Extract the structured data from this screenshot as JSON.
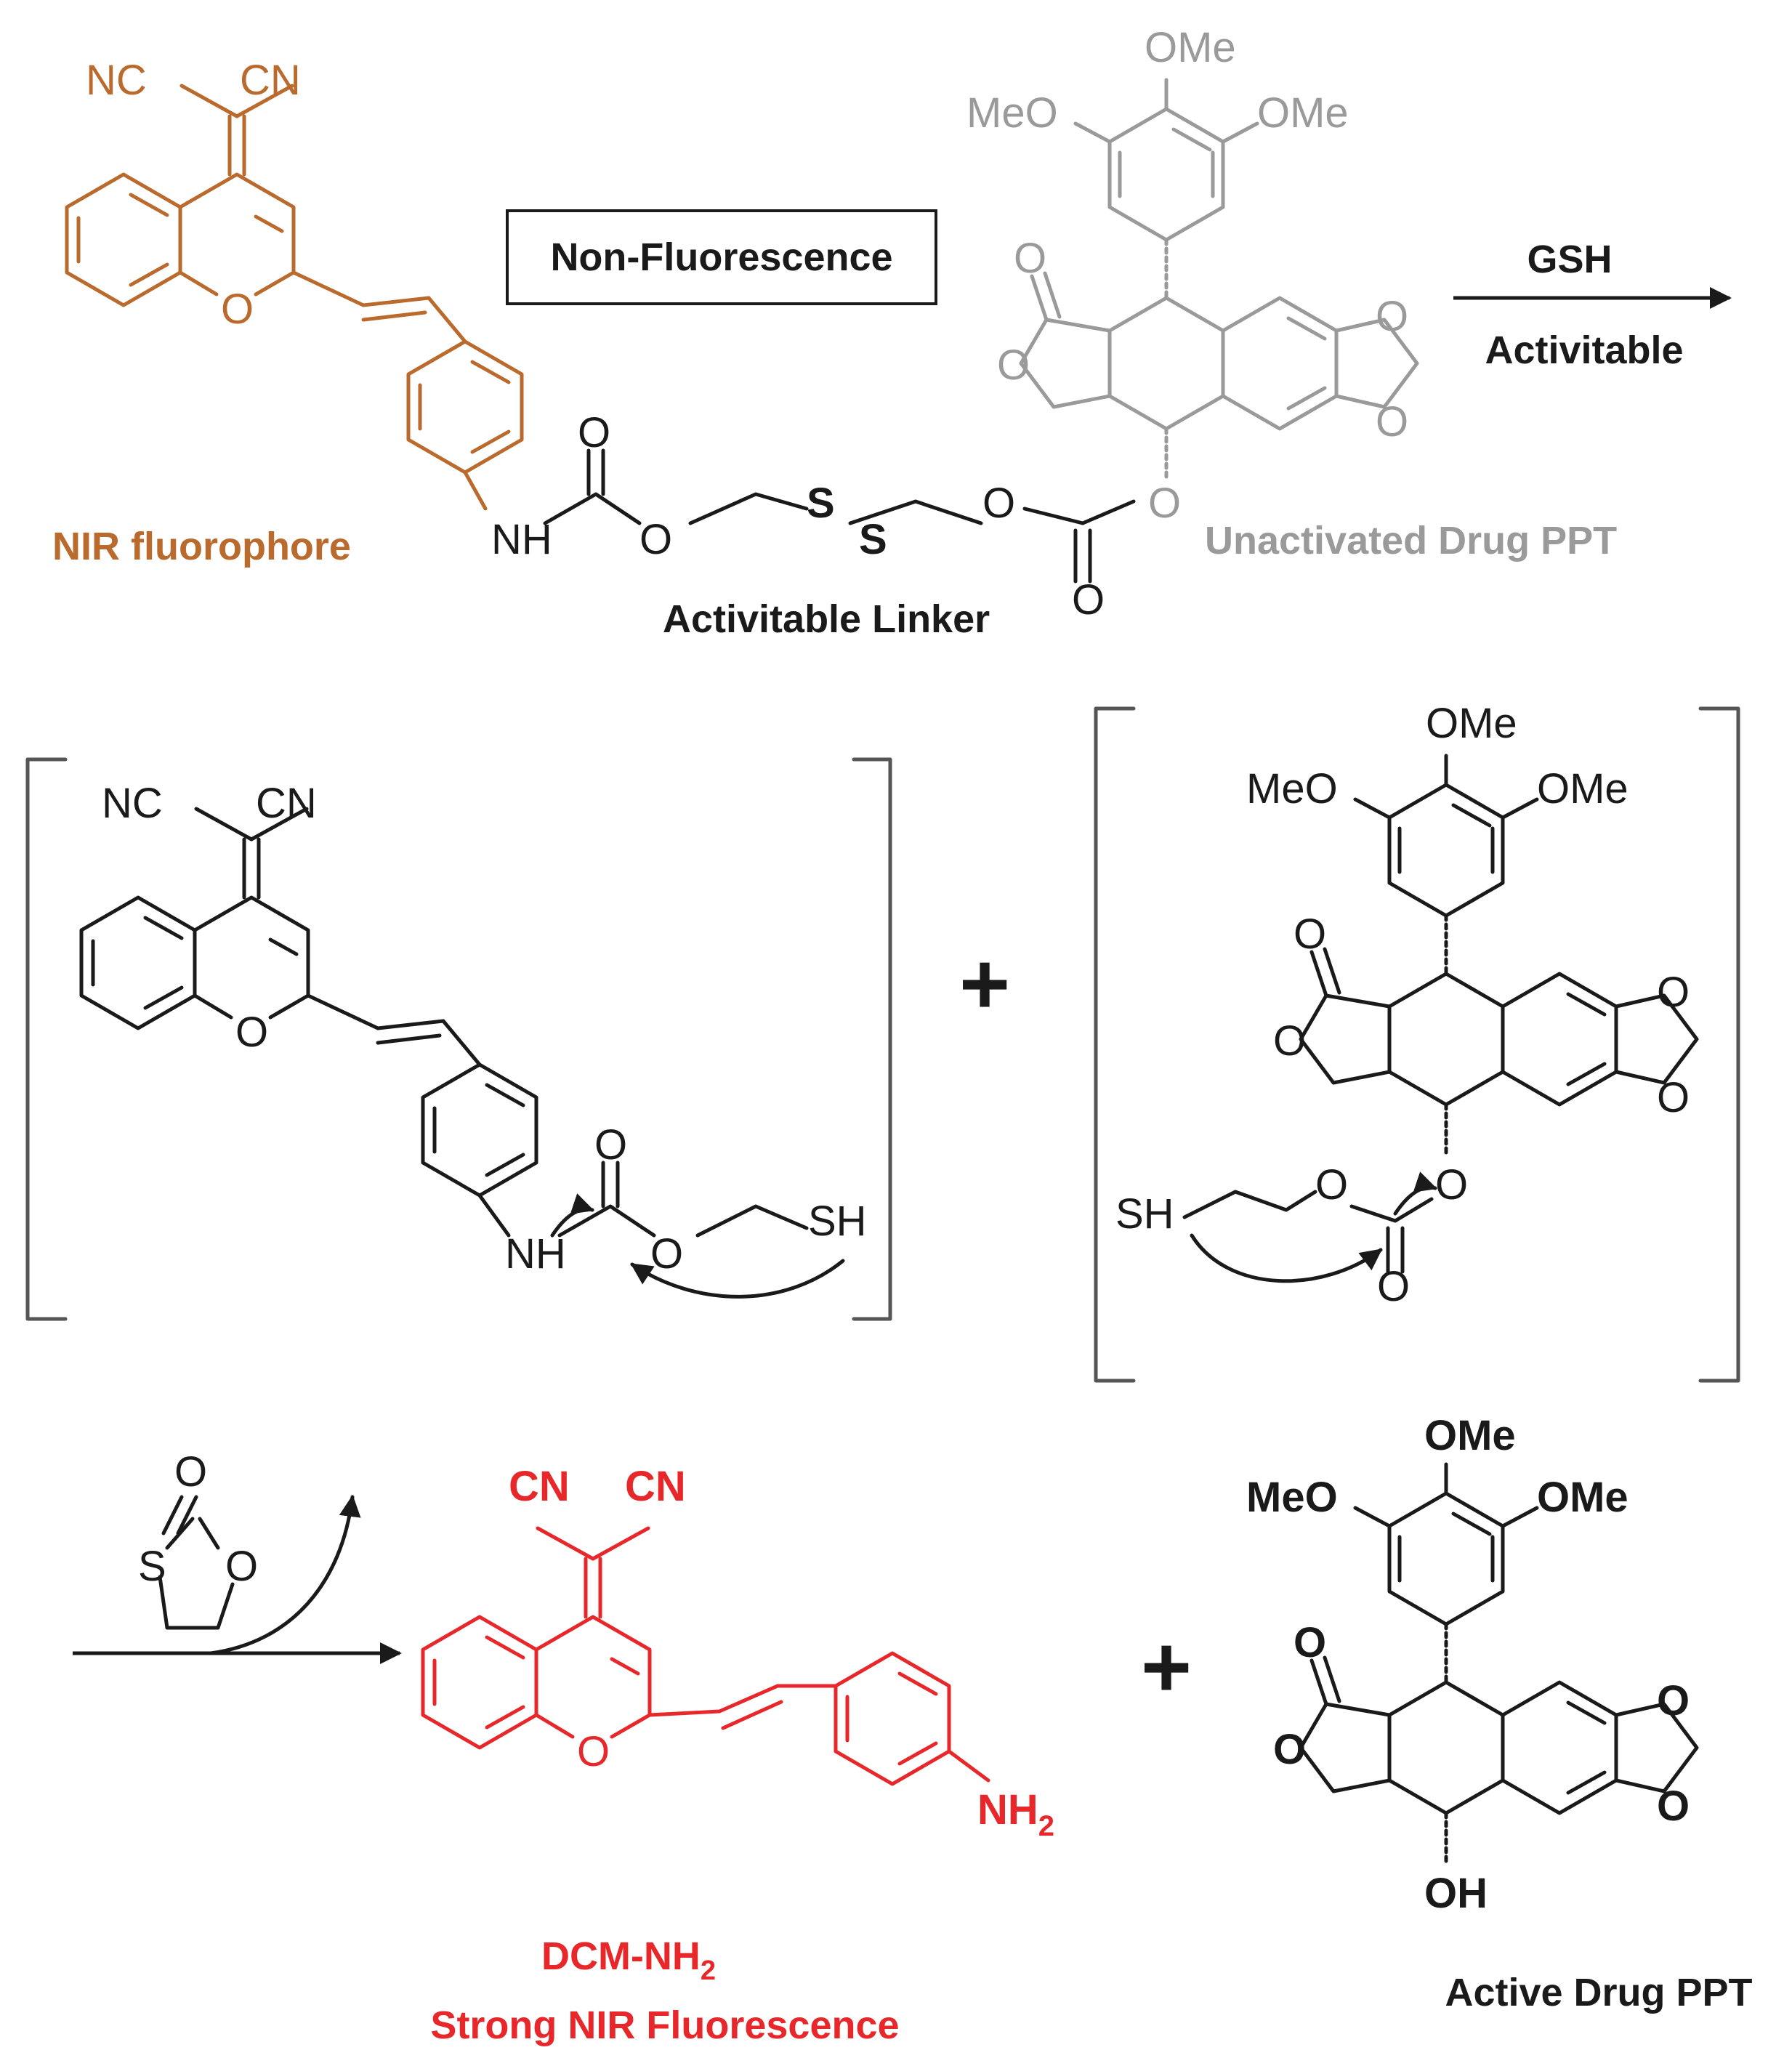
{
  "colors": {
    "fluorophore": "#b96a2c",
    "drug_inactive": "#9a9a9a",
    "product": "#e8272b",
    "ink": "#1a1a1a"
  },
  "labels": {
    "non_fluorescence": "Non-Fluorescence",
    "gsh": "GSH",
    "activitable": "Activitable",
    "nir_fluorophore": "NIR fluorophore",
    "activitable_linker": "Activitable Linker",
    "unactivated_drug": "Unactivated Drug PPT",
    "dcm_nh2_main": "DCM-NH",
    "dcm_nh2_sub": "2",
    "strong_nir": "Strong NIR Fluorescence",
    "active_drug": "Active Drug PPT",
    "plus": "+"
  },
  "atoms": {
    "nc": "NC",
    "cn": "CN",
    "o": "O",
    "ome": "OMe",
    "meo": "MeO",
    "nh": "NH",
    "nh2_main": "NH",
    "nh2_sub": "2",
    "s": "S",
    "sh": "SH",
    "oh": "OH"
  }
}
